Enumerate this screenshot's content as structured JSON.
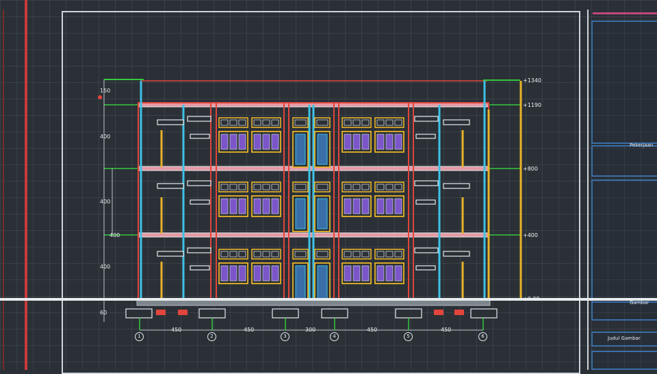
{
  "title_block": {
    "pekerjaan_label": "Pekerjaan",
    "partial_label": "Gambar",
    "judul_gambar_label": "Judul Gambar"
  },
  "elevation_levels": [
    {
      "label": "+1340"
    },
    {
      "label": "+1190"
    },
    {
      "label": "+800"
    },
    {
      "label": "+400"
    },
    {
      "label": "±0.00"
    }
  ],
  "left_dimensions": [
    "150",
    "400",
    "400",
    "400",
    "60",
    "400"
  ],
  "bottom_dimensions": [
    "450",
    "450",
    "300",
    "450",
    "450"
  ],
  "axes": [
    "1",
    "2",
    "3",
    "4",
    "5",
    "6"
  ],
  "colors": {
    "background": "#2a3036",
    "red": "#e2453c",
    "cyan": "#3fc2e6",
    "yellow": "#e9b32a",
    "purple": "#7b56c9",
    "green": "#34c93d",
    "white": "#e6ebee",
    "pink": "#e39aa4",
    "blue": "#3a6ea8"
  }
}
